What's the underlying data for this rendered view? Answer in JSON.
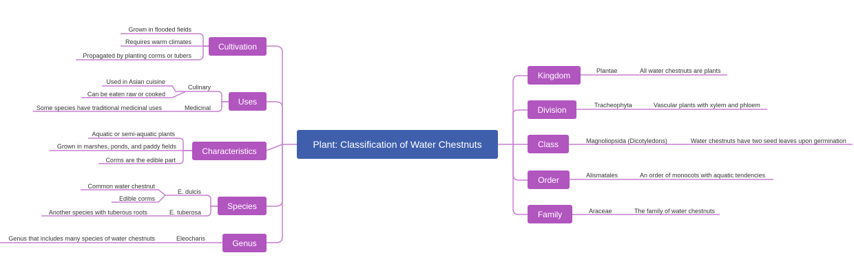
{
  "colors": {
    "root": "#3f5fad",
    "branch": "#b155bf",
    "line": "#c77fd1",
    "text": "#333333"
  },
  "root": {
    "label": "Plant: Classification of Water Chestnuts"
  },
  "left": {
    "cultivation": {
      "label": "Cultivation",
      "items": [
        "Grown in flooded fields",
        "Requires warm climates",
        "Propagated by planting corms or tubers"
      ]
    },
    "uses": {
      "label": "Uses",
      "culinary": {
        "label": "Culinary",
        "items": [
          "Used in Asian cuisine",
          "Can be eaten raw or cooked"
        ]
      },
      "medicinal": {
        "label": "Medicinal",
        "items": [
          "Some species have traditional medicinal uses"
        ]
      }
    },
    "characteristics": {
      "label": "Characteristics",
      "items": [
        "Aquatic or semi-aquatic plants",
        "Grown in marshes, ponds, and paddy fields",
        "Corms are the edible part"
      ]
    },
    "species": {
      "label": "Species",
      "dulcis": {
        "label": "E. dulcis",
        "items": [
          "Common water chestnut",
          "Edible corms"
        ]
      },
      "tuberosa": {
        "label": "E. tuberosa",
        "items": [
          "Another species with tuberous roots"
        ]
      }
    },
    "genus": {
      "label": "Genus",
      "eleocharis": {
        "label": "Eleocharis",
        "items": [
          "Genus that includes many species of water chestnuts"
        ]
      }
    }
  },
  "right": {
    "kingdom": {
      "label": "Kingdom",
      "value": "Plantae",
      "note": "All water chestnuts are plants"
    },
    "division": {
      "label": "Division",
      "value": "Tracheophyta",
      "note": "Vascular plants with xylem and phloem"
    },
    "class": {
      "label": "Class",
      "value": "Magnoliopsida (Dicotyledons)",
      "note": "Water chestnuts have two seed leaves upon germination"
    },
    "order": {
      "label": "Order",
      "value": "Alismatales",
      "note": "An order of monocots with aquatic tendencies"
    },
    "family": {
      "label": "Family",
      "value": "Araceae",
      "note": "The family of water chestnuts"
    }
  }
}
